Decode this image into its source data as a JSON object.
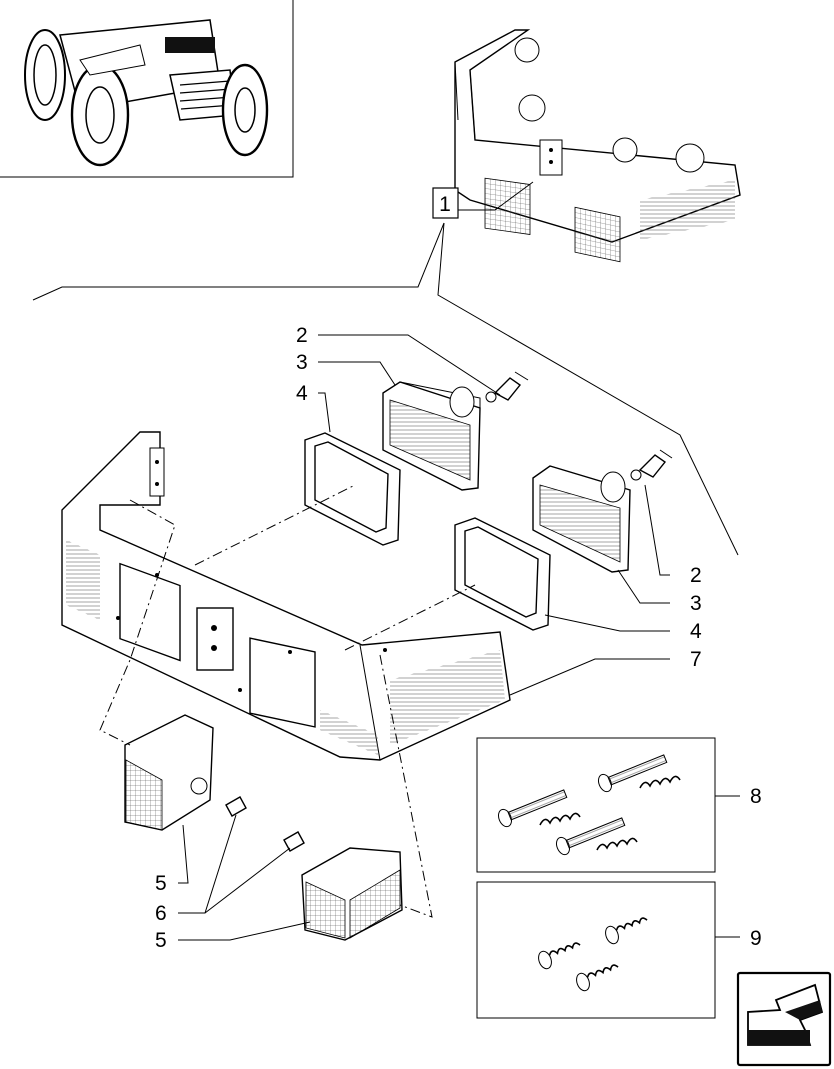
{
  "callouts": {
    "c1": "1",
    "c2a": "2",
    "c3a": "3",
    "c4a": "4",
    "c2b": "2",
    "c3b": "3",
    "c4b": "4",
    "c7": "7",
    "c8": "8",
    "c9": "9",
    "c5a": "5",
    "c6": "6",
    "c5b": "5"
  },
  "icons": {
    "nav": "next-page-arrow-icon",
    "tractor": "tractor-thumbnail-icon"
  }
}
